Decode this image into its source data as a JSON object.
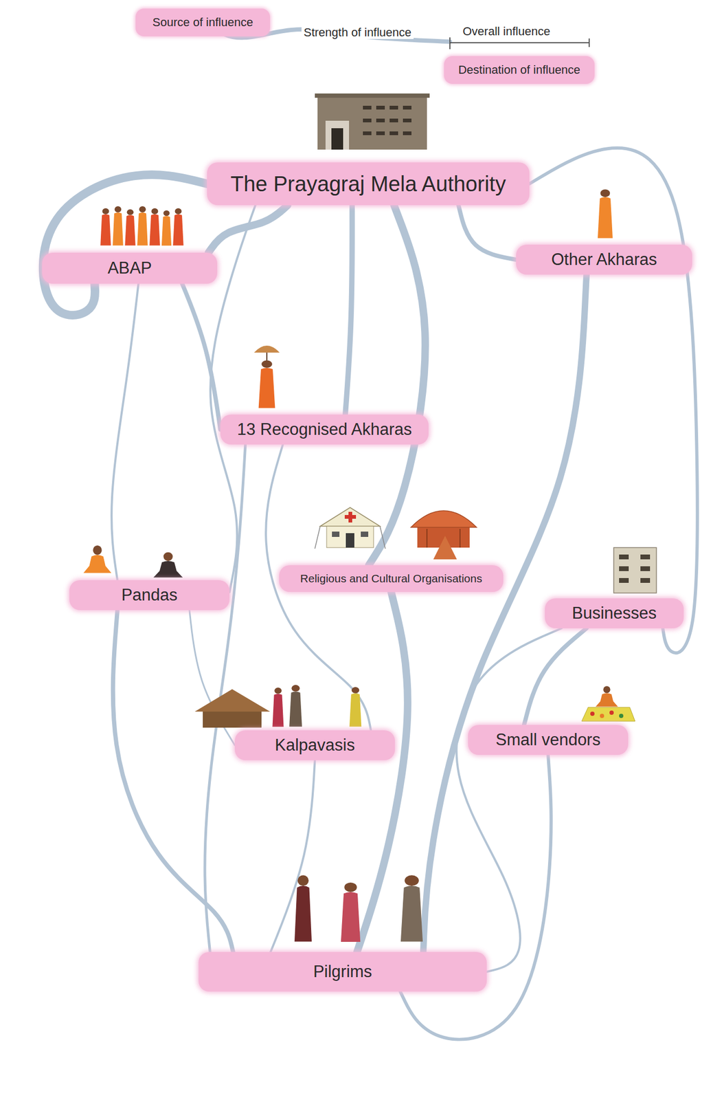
{
  "diagram": {
    "nodes": [
      {
        "text": [
          "The Prayagraj Mela Authority"
        ]
      },
      {
        "text": [
          "ABAP"
        ]
      },
      {
        "text": [
          "Other Akharas"
        ]
      },
      {
        "text": [
          "13 Recognised Akharas"
        ]
      },
      {
        "text": [
          "Religious and Cultural Organisations"
        ]
      },
      {
        "text": [
          "Pandas"
        ]
      },
      {
        "text": [
          "Businesses"
        ]
      },
      {
        "text": [
          "Kalpavasis"
        ]
      },
      {
        "text": [
          "Small vendors"
        ]
      },
      {
        "text": [
          "Pilgrims"
        ]
      }
    ],
    "edges": [
      {
        "from": 0,
        "to": 1,
        "arrow": "none"
      },
      {
        "from": 1,
        "to": 0,
        "arrow": "none"
      },
      {
        "from": 0,
        "to": 2,
        "arrow": "none"
      },
      {
        "from": 0,
        "to": 3,
        "arrow": "none"
      },
      {
        "from": 0,
        "to": 4,
        "arrow": "none"
      },
      {
        "from": 0,
        "to": 5,
        "arrow": "none"
      },
      {
        "from": 0,
        "to": 6,
        "arrow": "none"
      },
      {
        "from": 1,
        "to": 3,
        "arrow": "none"
      },
      {
        "from": 1,
        "to": 5,
        "arrow": "none"
      },
      {
        "from": 2,
        "to": 9,
        "arrow": "none"
      },
      {
        "from": 3,
        "to": 7,
        "arrow": "none"
      },
      {
        "from": 3,
        "to": 9,
        "arrow": "none"
      },
      {
        "from": 5,
        "to": 9,
        "arrow": "none"
      },
      {
        "from": 5,
        "to": 7,
        "arrow": "none"
      },
      {
        "from": 4,
        "to": 9,
        "arrow": "none"
      },
      {
        "from": 6,
        "to": 8,
        "arrow": "none"
      },
      {
        "from": 6,
        "to": 9,
        "arrow": "none"
      },
      {
        "from": 8,
        "to": 9,
        "arrow": "none"
      },
      {
        "from": 7,
        "to": 9,
        "arrow": "none"
      }
    ],
    "legend": [
      {
        "text": "Source of influence"
      },
      {
        "text": "Strength of influence"
      },
      {
        "text": "Overall influence"
      },
      {
        "text": "Destination of influence"
      }
    ]
  }
}
